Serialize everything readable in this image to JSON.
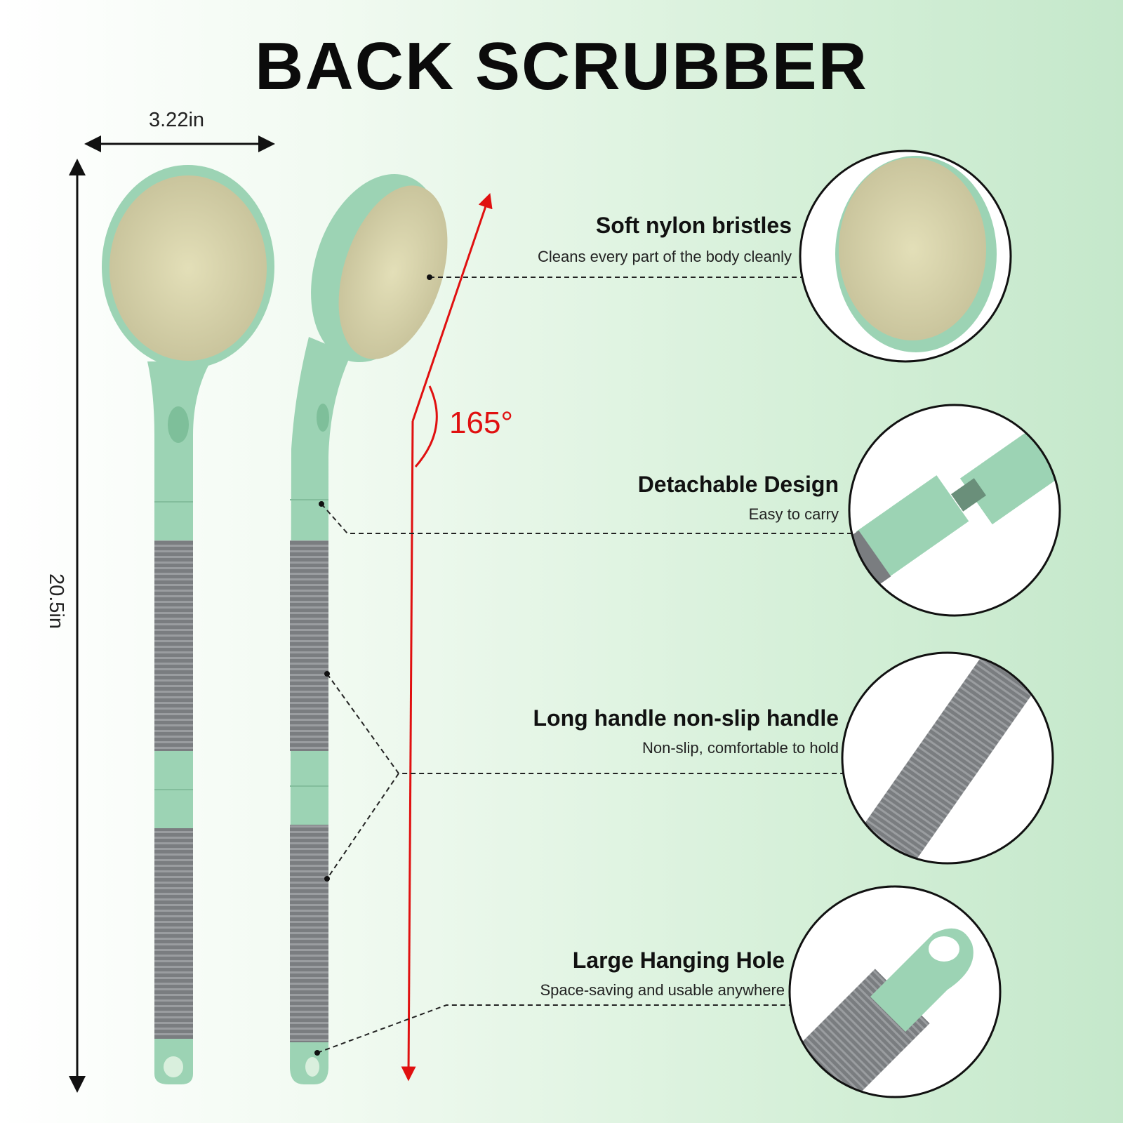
{
  "title": "BACK SCRUBBER",
  "dimensions": {
    "width": "3.22in",
    "length": "20.5in",
    "angle": "165°"
  },
  "features": [
    {
      "title": "Soft nylon bristles",
      "desc": "Cleans every part of the body cleanly"
    },
    {
      "title": "Detachable Design",
      "desc": "Easy to carry"
    },
    {
      "title": "Long handle non-slip handle",
      "desc": "Non-slip, comfortable to hold"
    },
    {
      "title": "Large Hanging Hole",
      "desc": "Space-saving and usable anywhere"
    }
  ],
  "colors": {
    "handle_green": "#9cd3b4",
    "grip_gray": "#7a7d80",
    "bristle": "#d8d3a8",
    "accent_red": "#e01010"
  }
}
